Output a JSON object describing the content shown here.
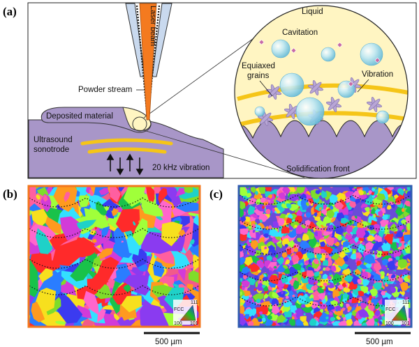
{
  "panels": {
    "a": "(a)",
    "b": "(b)",
    "c": "(c)"
  },
  "schematic": {
    "laser_beam": "Laser beam",
    "powder_stream": "Powder stream",
    "deposited_material": "Deposited material",
    "sonotrode_line1": "Ultrasound",
    "sonotrode_line2": "sonotrode",
    "vibration_freq": "20 kHz vibration"
  },
  "inset": {
    "liquid": "Liquid",
    "cavitation": "Cavitation",
    "equiaxed_line1": "Equiaxed",
    "equiaxed_line2": "grains",
    "vibration": "Vibration",
    "solidification_front": "Solidification front"
  },
  "ebsd_key": {
    "phase": "FCC",
    "corner_top": "111",
    "corner_left": "100",
    "corner_right": "101"
  },
  "scale_bar": {
    "b": "500 µm",
    "c": "500 µm"
  },
  "colors": {
    "substrate": "#a896c8",
    "molten_pool": "#fff5c2",
    "laser": "#f47a1f",
    "sonotrode_wave": "#f5c518",
    "grain": "#b8a6d6",
    "bubble": "#9fd8ec",
    "frame_b": "#f2771e",
    "frame_c": "#2f5bb0"
  }
}
